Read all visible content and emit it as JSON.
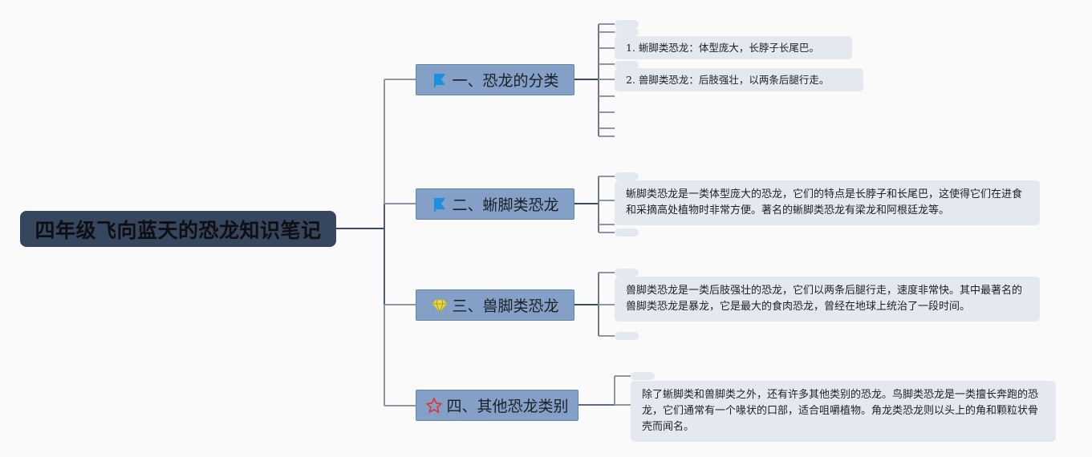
{
  "root": {
    "title": "四年级飞向蓝天的恐龙知识笔记"
  },
  "topics": [
    {
      "label": "一、恐龙的分类",
      "icon": "flag-icon",
      "icon_color": "#1b8fe0",
      "notes": [
        "1. 蜥脚类恐龙：体型庞大，长脖子长尾巴。",
        "2. 兽脚类恐龙：后肢强壮，以两条后腿行走。"
      ]
    },
    {
      "label": "二、蜥脚类恐龙",
      "icon": "flag-icon",
      "icon_color": "#1b8fe0",
      "notes": [
        "蜥脚类恐龙是一类体型庞大的恐龙，它们的特点是长脖子和长尾巴，这使得它们在进食和采摘高处植物时非常方便。著名的蜥脚类恐龙有梁龙和阿根廷龙等。"
      ]
    },
    {
      "label": "三、兽脚类恐龙",
      "icon": "diamond-icon",
      "icon_color": "#e8d84a",
      "notes": [
        "兽脚类恐龙是一类后肢强壮的恐龙，它们以两条后腿行走，速度非常快。其中最著名的兽脚类恐龙是暴龙，它是最大的食肉恐龙，曾经在地球上统治了一段时间。"
      ]
    },
    {
      "label": "四、其他恐龙类别",
      "icon": "star-icon",
      "icon_color": "#d9383a",
      "notes": [
        "除了蜥脚类和兽脚类之外，还有许多其他类别的恐龙。鸟脚类恐龙是一类擅长奔跑的恐龙，它们通常有一个喙状的口部，适合咀嚼植物。角龙类恐龙则以头上的角和颗粒状骨壳而闻名。"
      ]
    }
  ],
  "colors": {
    "background": "#fafafb",
    "root_fill": "#36465c",
    "topic_fill": "#84a0c6",
    "note_fill": "#e4e9f0",
    "line": "#8e96a3",
    "line_dark": "#3c4b60"
  }
}
